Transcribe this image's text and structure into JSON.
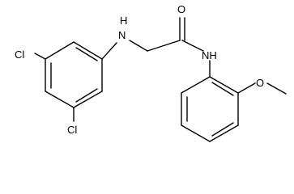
{
  "atoms": {
    "cl_top": "Cl",
    "cl_bottom": "Cl",
    "nh_amine": "H",
    "nh_amine_n": "N",
    "nh_amide": "NH",
    "carbonyl_o": "O",
    "ether_o": "O"
  },
  "colors": {
    "bond": "#000000",
    "label": "#000000",
    "background": "#ffffff"
  }
}
